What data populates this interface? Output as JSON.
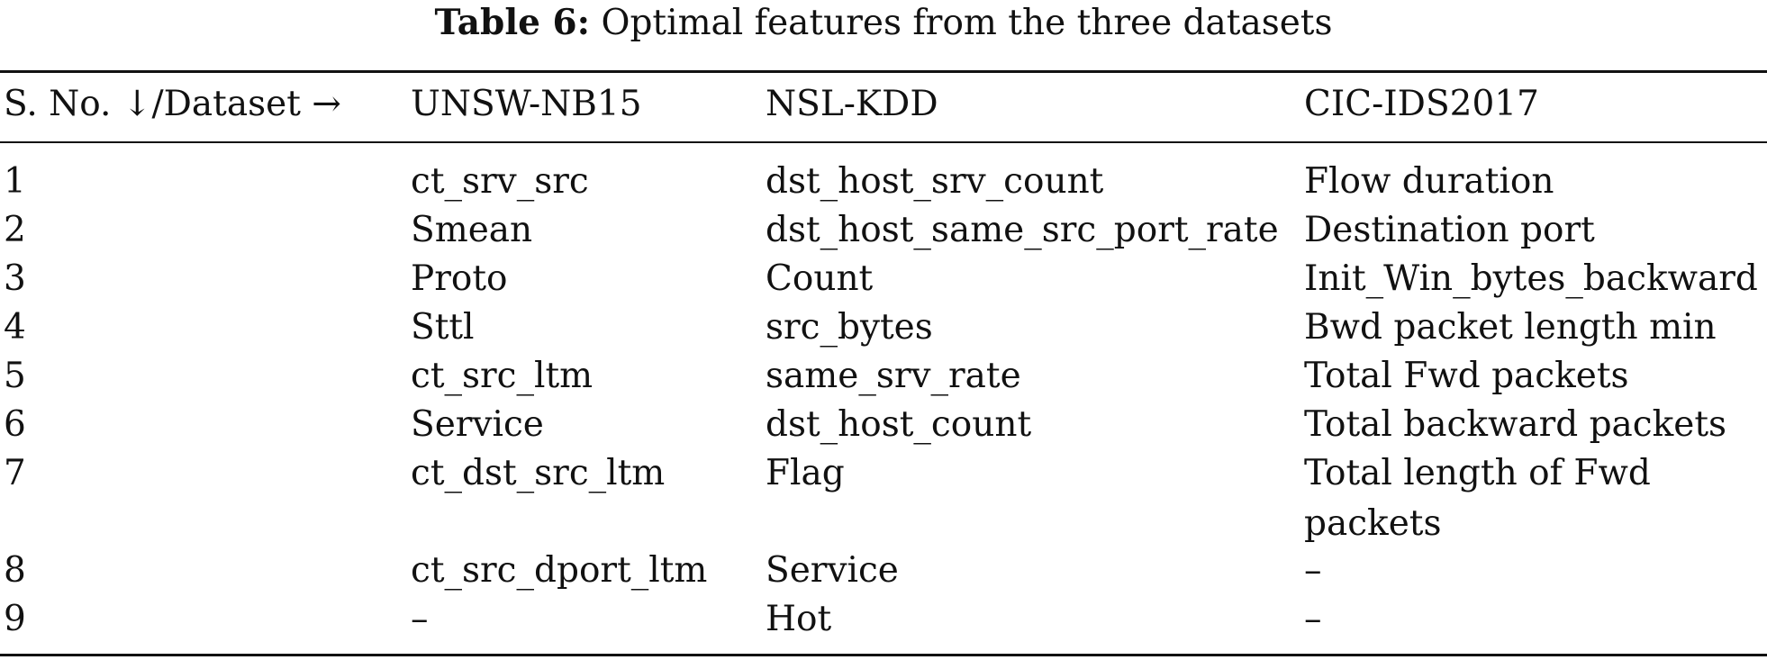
{
  "caption": {
    "label": "Table 6:",
    "text": "Optimal features from the three datasets"
  },
  "table": {
    "headers": [
      "S. No. ↓/Dataset →",
      "UNSW-NB15",
      "NSL-KDD",
      "CIC-IDS2017"
    ],
    "rows": [
      [
        "1",
        "ct_srv_src",
        "dst_host_srv_count",
        "Flow duration"
      ],
      [
        "2",
        "Smean",
        "dst_host_same_src_port_rate",
        "Destination port"
      ],
      [
        "3",
        "Proto",
        "Count",
        "Init_Win_bytes_backward"
      ],
      [
        "4",
        "Sttl",
        "src_bytes",
        "Bwd packet length min"
      ],
      [
        "5",
        "ct_src_ltm",
        "same_srv_rate",
        "Total Fwd packets"
      ],
      [
        "6",
        "Service",
        "dst_host_count",
        "Total backward packets"
      ],
      [
        "7",
        "ct_dst_src_ltm",
        "Flag",
        "Total length of Fwd packets"
      ],
      [
        "8",
        "ct_src_dport_ltm",
        "Service",
        "–"
      ],
      [
        "9",
        "–",
        "Hot",
        "–"
      ]
    ]
  }
}
